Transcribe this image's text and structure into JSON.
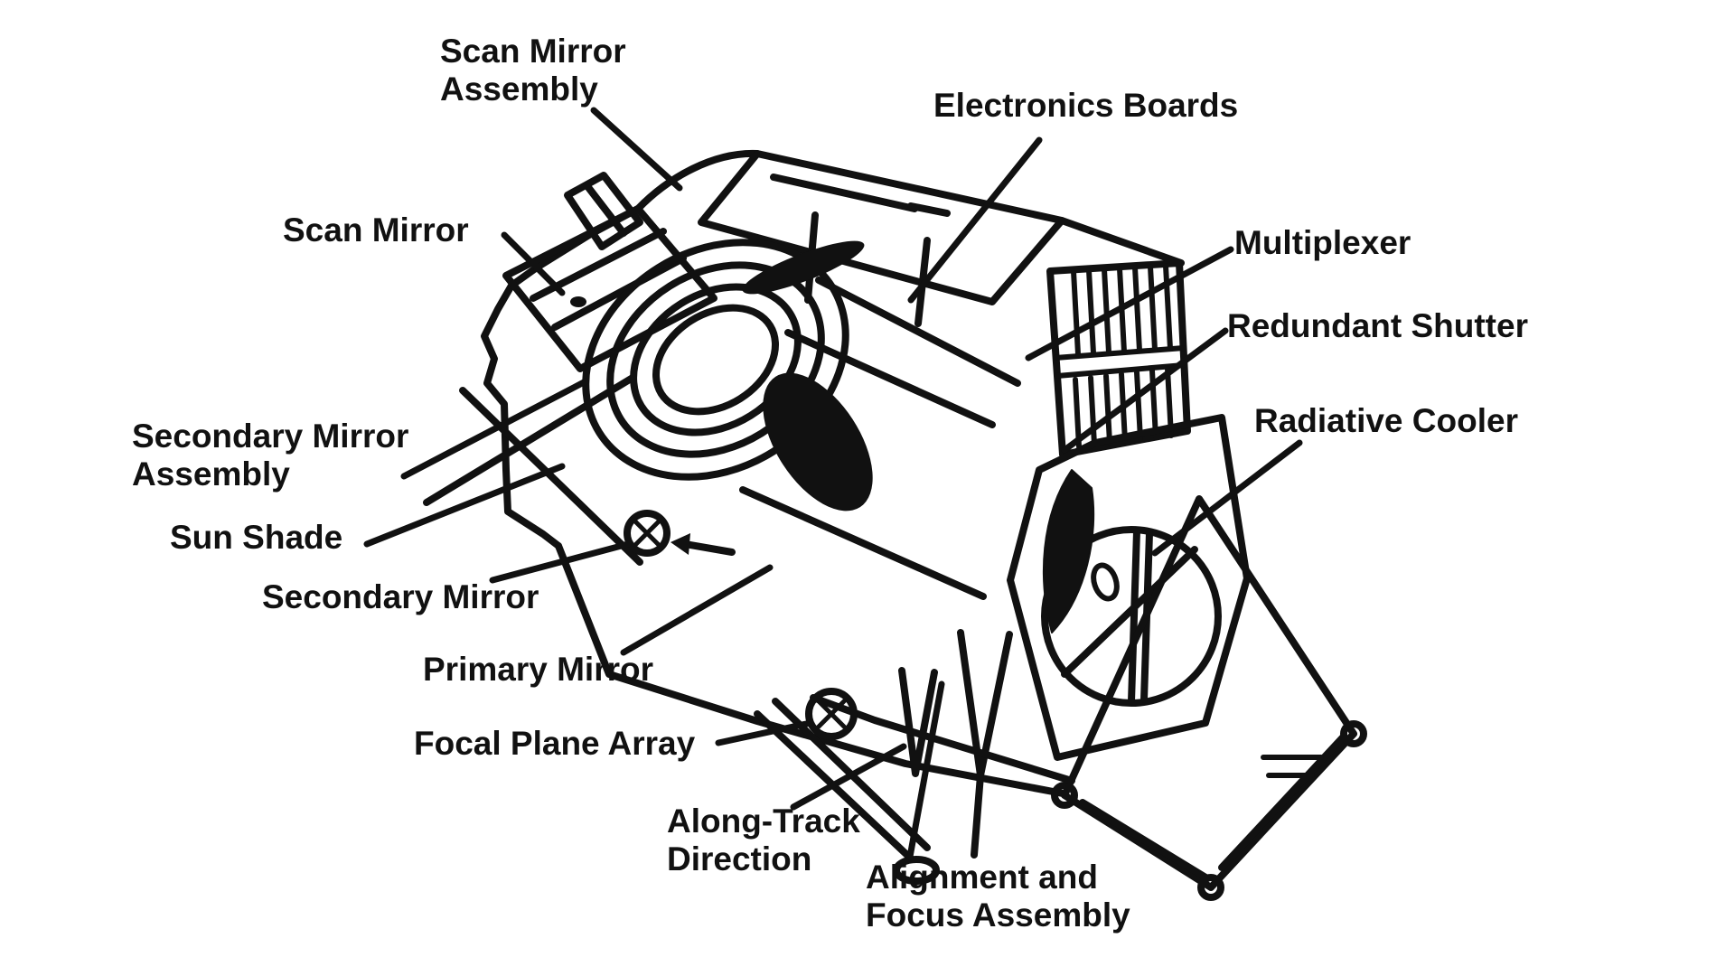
{
  "figure": {
    "description": "Cutaway line drawing of a scanning imaging instrument with callout labels",
    "colors": {
      "background": "#ffffff",
      "ink": "#111111"
    }
  },
  "labels": [
    {
      "id": "scan-mirror-assembly",
      "lines": [
        "Scan Mirror",
        "Assembly"
      ]
    },
    {
      "id": "electronics-boards",
      "lines": [
        "Electronics Boards"
      ]
    },
    {
      "id": "scan-mirror",
      "lines": [
        "Scan Mirror"
      ]
    },
    {
      "id": "multiplexer",
      "lines": [
        "Multiplexer"
      ]
    },
    {
      "id": "redundant-shutter",
      "lines": [
        "Redundant Shutter"
      ]
    },
    {
      "id": "radiative-cooler",
      "lines": [
        "Radiative Cooler"
      ]
    },
    {
      "id": "secondary-mirror-assembly",
      "lines": [
        "Secondary Mirror",
        "Assembly"
      ]
    },
    {
      "id": "sun-shade",
      "lines": [
        "Sun Shade"
      ]
    },
    {
      "id": "secondary-mirror",
      "lines": [
        "Secondary Mirror"
      ]
    },
    {
      "id": "primary-mirror",
      "lines": [
        "Primary Mirror"
      ]
    },
    {
      "id": "focal-plane-array",
      "lines": [
        "Focal Plane Array"
      ]
    },
    {
      "id": "along-track-direction",
      "lines": [
        "Along-Track",
        "Direction"
      ]
    },
    {
      "id": "alignment-focus-assembly",
      "lines": [
        "Alignment and",
        "Focus Assembly"
      ]
    }
  ]
}
